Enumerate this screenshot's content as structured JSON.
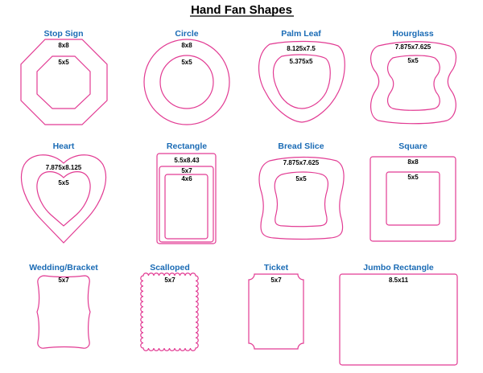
{
  "title": "Hand Fan Shapes",
  "stroke_color": "#e23b93",
  "label_color": "#1a6bb5",
  "shapes": [
    {
      "name": "Stop Sign",
      "sizes": [
        "8x8",
        "5x5"
      ]
    },
    {
      "name": "Circle",
      "sizes": [
        "8x8",
        "5x5"
      ]
    },
    {
      "name": "Palm Leaf",
      "sizes": [
        "8.125x7.5",
        "5.375x5"
      ]
    },
    {
      "name": "Hourglass",
      "sizes": [
        "7.875x7.625",
        "5x5"
      ]
    },
    {
      "name": "Heart",
      "sizes": [
        "7.875x8.125",
        "5x5"
      ]
    },
    {
      "name": "Rectangle",
      "sizes": [
        "5.5x8.43",
        "5x7",
        "4x6"
      ]
    },
    {
      "name": "Bread Slice",
      "sizes": [
        "7.875x7.625",
        "5x5"
      ]
    },
    {
      "name": "Square",
      "sizes": [
        "8x8",
        "5x5"
      ]
    },
    {
      "name": "Wedding/Bracket",
      "sizes": [
        "5x7"
      ]
    },
    {
      "name": "Scalloped",
      "sizes": [
        "5x7"
      ]
    },
    {
      "name": "Ticket",
      "sizes": [
        "5x7"
      ]
    },
    {
      "name": "Jumbo Rectangle",
      "sizes": [
        "8.5x11"
      ]
    }
  ]
}
